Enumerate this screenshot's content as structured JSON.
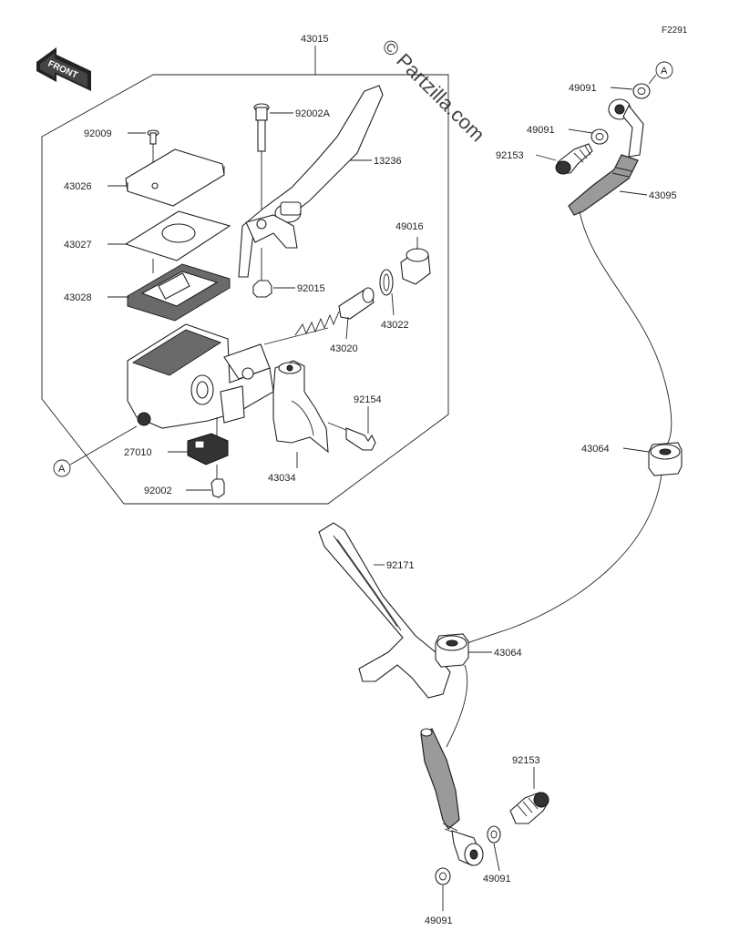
{
  "figure_code": "F2291",
  "watermark": "© Partzilla.com",
  "front_label": "FRONT",
  "reference_marker": "A",
  "parts": [
    {
      "id": "p43015",
      "number": "43015"
    },
    {
      "id": "p92002A",
      "number": "92002A"
    },
    {
      "id": "p92009",
      "number": "92009"
    },
    {
      "id": "p13236",
      "number": "13236"
    },
    {
      "id": "p43026",
      "number": "43026"
    },
    {
      "id": "p49016",
      "number": "49016"
    },
    {
      "id": "p43027",
      "number": "43027"
    },
    {
      "id": "p43028",
      "number": "43028"
    },
    {
      "id": "p92015",
      "number": "92015"
    },
    {
      "id": "p43022",
      "number": "43022"
    },
    {
      "id": "p43020",
      "number": "43020"
    },
    {
      "id": "p92154",
      "number": "92154"
    },
    {
      "id": "p27010",
      "number": "27010"
    },
    {
      "id": "p43034",
      "number": "43034"
    },
    {
      "id": "p92002",
      "number": "92002"
    },
    {
      "id": "p49091a",
      "number": "49091"
    },
    {
      "id": "p49091b",
      "number": "49091"
    },
    {
      "id": "p92153a",
      "number": "92153"
    },
    {
      "id": "p43095",
      "number": "43095"
    },
    {
      "id": "p43064a",
      "number": "43064"
    },
    {
      "id": "p92171",
      "number": "92171"
    },
    {
      "id": "p43064b",
      "number": "43064"
    },
    {
      "id": "p92153b",
      "number": "92153"
    },
    {
      "id": "p49091c",
      "number": "49091"
    },
    {
      "id": "p49091d",
      "number": "49091"
    }
  ]
}
